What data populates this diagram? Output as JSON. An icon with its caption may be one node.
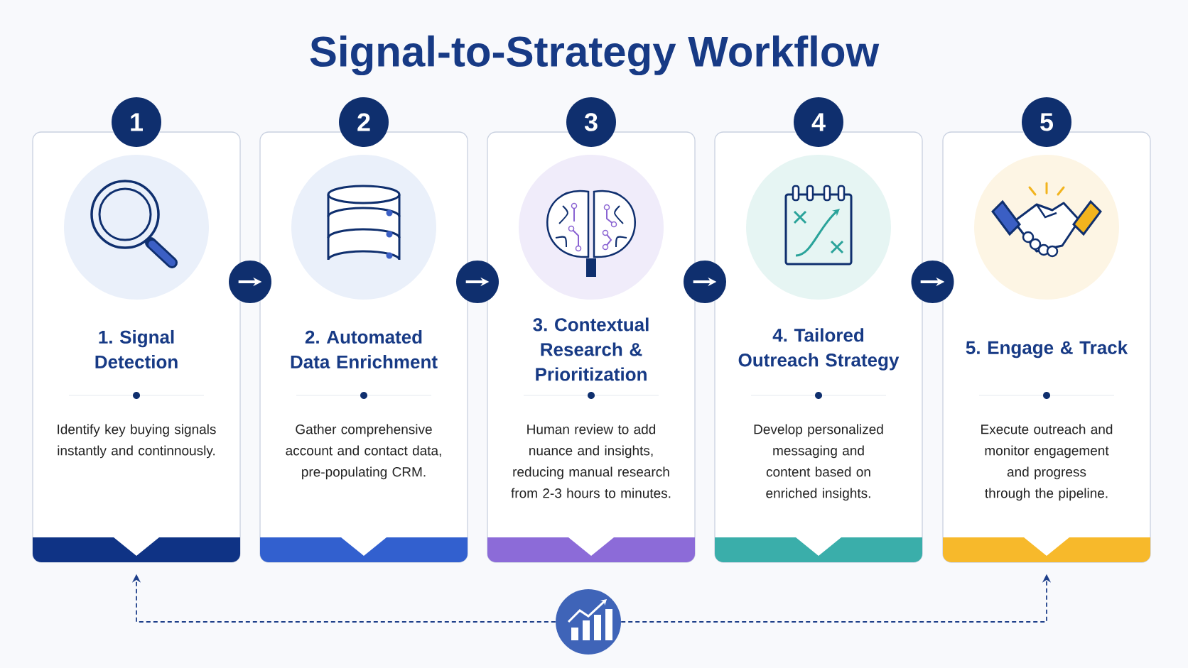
{
  "diagram": {
    "title": "Signal-to-Strategy Workflow",
    "nodes": [
      {
        "text": [
          "1",
          "1. Signal Detection",
          "Identify key buying signals instantly and continnously."
        ]
      },
      {
        "text": [
          "2",
          "2. Automated Data Enrichment",
          "Gather comprehensive account and contact data, pre-populating CRM."
        ]
      },
      {
        "text": [
          "3",
          "3. Contextual Research & Prioritization",
          "Human review to add nuance and insights, reducing manual research from 2-3 hours to minutes."
        ]
      },
      {
        "text": [
          "4",
          "4. Tailored Outreach Strategy",
          "Develop personalized messaging and content based on enriched insights."
        ]
      },
      {
        "text": [
          "5",
          "5. Engage & Track",
          "Execute outreach and monitor engagement and progress through the pipeline."
        ]
      },
      {
        "text": [],
        "shape": "circle"
      }
    ],
    "edges": [
      {
        "from": 0,
        "to": 1,
        "arrow": "to"
      },
      {
        "from": 1,
        "to": 2,
        "arrow": "to"
      },
      {
        "from": 2,
        "to": 3,
        "arrow": "to"
      },
      {
        "from": 3,
        "to": 4,
        "arrow": "to"
      },
      {
        "from": 5,
        "to": 0,
        "arrow": "to",
        "style": "dashed",
        "color": "#1e3f8a"
      },
      {
        "from": 5,
        "to": 4,
        "arrow": "to",
        "style": "dashed",
        "color": "#1e3f8a"
      }
    ]
  }
}
